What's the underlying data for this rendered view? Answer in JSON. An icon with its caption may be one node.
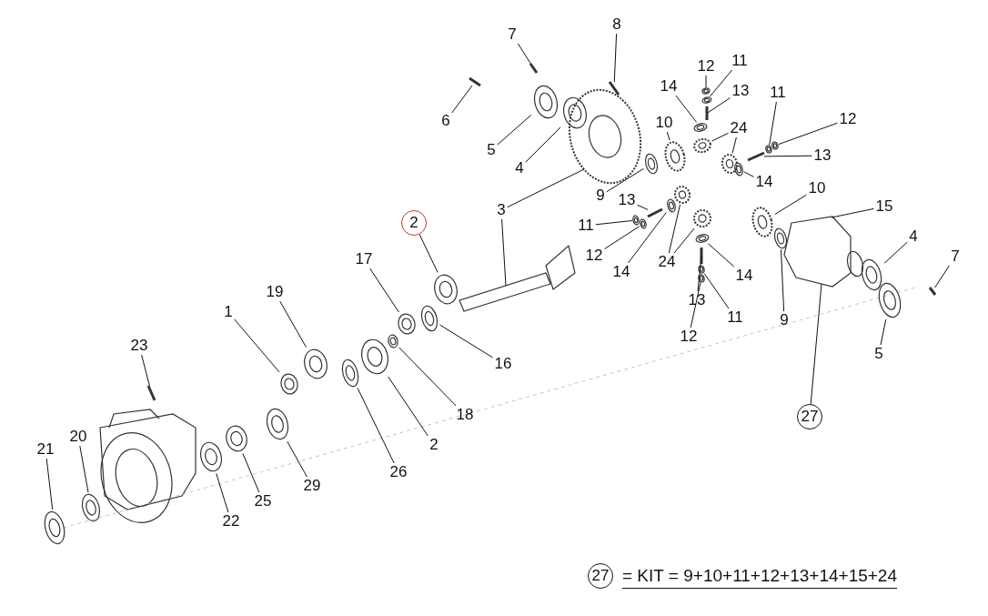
{
  "diagram": {
    "nodes": [
      {
        "text": [
          "7"
        ]
      },
      {
        "text": [
          "8"
        ]
      },
      {
        "text": [
          "12"
        ]
      },
      {
        "text": [
          "11"
        ]
      },
      {
        "text": [
          "14"
        ]
      },
      {
        "text": [
          "13"
        ]
      },
      {
        "text": [
          "11"
        ]
      },
      {
        "text": [
          "12"
        ]
      },
      {
        "text": [
          "6"
        ]
      },
      {
        "text": [
          "10"
        ]
      },
      {
        "text": [
          "24"
        ]
      },
      {
        "text": [
          "5"
        ]
      },
      {
        "text": [
          "13"
        ]
      },
      {
        "text": [
          "4"
        ]
      },
      {
        "text": [
          "14"
        ]
      },
      {
        "text": [
          "10"
        ]
      },
      {
        "text": [
          "9"
        ]
      },
      {
        "text": [
          "13"
        ]
      },
      {
        "text": [
          "15"
        ]
      },
      {
        "text": [
          "3"
        ]
      },
      {
        "text": [
          "2"
        ]
      },
      {
        "text": [
          "11"
        ]
      },
      {
        "text": [
          "4"
        ]
      },
      {
        "text": [
          "12"
        ]
      },
      {
        "text": [
          "7"
        ]
      },
      {
        "text": [
          "17"
        ]
      },
      {
        "text": [
          "24"
        ]
      },
      {
        "text": [
          "14"
        ]
      },
      {
        "text": [
          "14"
        ]
      },
      {
        "text": [
          "19"
        ]
      },
      {
        "text": [
          "13"
        ]
      },
      {
        "text": [
          "1"
        ]
      },
      {
        "text": [
          "11"
        ]
      },
      {
        "text": [
          "9"
        ]
      },
      {
        "text": [
          "12"
        ]
      },
      {
        "text": [
          "23"
        ]
      },
      {
        "text": [
          "5"
        ]
      },
      {
        "text": [
          "16"
        ]
      },
      {
        "text": [
          "27"
        ]
      },
      {
        "text": [
          "18"
        ]
      },
      {
        "text": [
          "20"
        ]
      },
      {
        "text": [
          "2"
        ]
      },
      {
        "text": [
          "21"
        ]
      },
      {
        "text": [
          "26"
        ]
      },
      {
        "text": [
          "29"
        ]
      },
      {
        "text": [
          "25"
        ]
      },
      {
        "text": [
          "22"
        ]
      },
      {
        "text": [
          "27"
        ]
      },
      {
        "text": [],
        "shape": "circle"
      },
      {
        "text": [],
        "shape": "circle"
      },
      {
        "text": [],
        "shape": "bar"
      },
      {
        "text": [],
        "shape": "circle"
      },
      {
        "text": [],
        "shape": "circle"
      },
      {
        "text": [],
        "shape": "circle"
      },
      {
        "text": [],
        "shape": "circle"
      },
      {
        "text": [],
        "shape": "circle"
      },
      {
        "text": [],
        "shape": "circle"
      },
      {
        "text": [],
        "shape": "circle"
      },
      {
        "text": [],
        "shape": "circle"
      },
      {
        "text": [],
        "shape": "circle"
      },
      {
        "text": [],
        "shape": "circle"
      },
      {
        "text": [],
        "shape": "circle"
      },
      {
        "text": [],
        "shape": "bar"
      },
      {
        "text": [],
        "shape": "picture"
      },
      {
        "text": [],
        "shape": "bar"
      },
      {
        "text": [],
        "shape": "circle"
      },
      {
        "text": [],
        "shape": "circle"
      },
      {
        "text": [],
        "shape": "picture"
      },
      {
        "text": [],
        "shape": "bar"
      },
      {
        "text": [],
        "shape": "circle"
      },
      {
        "text": [],
        "shape": "circle"
      },
      {
        "text": [],
        "shape": "circle"
      },
      {
        "text": [],
        "shape": "bar"
      },
      {
        "text": [],
        "shape": "circle"
      },
      {
        "text": [],
        "shape": "picture"
      },
      {
        "text": [],
        "shape": "picture"
      },
      {
        "text": [],
        "shape": "circle"
      },
      {
        "text": [],
        "shape": "picture"
      },
      {
        "text": [],
        "shape": "bar"
      },
      {
        "text": [],
        "shape": "circle"
      },
      {
        "text": [],
        "shape": "picture"
      },
      {
        "text": [],
        "shape": "circle"
      },
      {
        "text": [],
        "shape": "circle"
      },
      {
        "text": [],
        "shape": "circle"
      },
      {
        "text": [],
        "shape": "circle"
      },
      {
        "text": [],
        "shape": "bar"
      },
      {
        "text": [],
        "shape": "picture"
      },
      {
        "text": [],
        "shape": "circle"
      },
      {
        "text": [],
        "shape": "bar"
      },
      {
        "text": [],
        "shape": "picture"
      },
      {
        "text": [],
        "shape": "circle"
      },
      {
        "text": [],
        "shape": "circle"
      },
      {
        "text": [],
        "shape": "circle"
      },
      {
        "text": [],
        "shape": "picture"
      },
      {
        "text": [],
        "shape": "circle"
      },
      {
        "text": [],
        "shape": "circle"
      },
      {
        "text": [],
        "shape": "bar"
      }
    ],
    "edges": [
      {
        "from": 0,
        "to": 64,
        "arrow": "none"
      },
      {
        "from": 1,
        "to": 68,
        "arrow": "none"
      },
      {
        "from": 2,
        "to": 82,
        "arrow": "none"
      },
      {
        "from": 3,
        "to": 84,
        "arrow": "none"
      },
      {
        "from": 4,
        "to": 76,
        "arrow": "none"
      },
      {
        "from": 5,
        "to": 85,
        "arrow": "none"
      },
      {
        "from": 6,
        "to": 90,
        "arrow": "none"
      },
      {
        "from": 7,
        "to": 92,
        "arrow": "none"
      },
      {
        "from": 8,
        "to": 62,
        "arrow": "none"
      },
      {
        "from": 9,
        "to": 74,
        "arrow": "none"
      },
      {
        "from": 10,
        "to": 80,
        "arrow": "none"
      },
      {
        "from": 10,
        "to": 86,
        "arrow": "none"
      },
      {
        "from": 11,
        "to": 65,
        "arrow": "none"
      },
      {
        "from": 12,
        "to": 88,
        "arrow": "none"
      },
      {
        "from": 13,
        "to": 66,
        "arrow": "none"
      },
      {
        "from": 14,
        "to": 87,
        "arrow": "none"
      },
      {
        "from": 15,
        "to": 89,
        "arrow": "none"
      },
      {
        "from": 16,
        "to": 71,
        "arrow": "none"
      },
      {
        "from": 17,
        "to": 72,
        "arrow": "none"
      },
      {
        "from": 18,
        "to": 93,
        "arrow": "none"
      },
      {
        "from": 19,
        "to": 67,
        "arrow": "none"
      },
      {
        "from": 19,
        "to": 63,
        "arrow": "none"
      },
      {
        "from": 20,
        "to": 61,
        "arrow": "none"
      },
      {
        "from": 21,
        "to": 69,
        "arrow": "none"
      },
      {
        "from": 22,
        "to": 94,
        "arrow": "none"
      },
      {
        "from": 23,
        "to": 70,
        "arrow": "none"
      },
      {
        "from": 24,
        "to": 96,
        "arrow": "none"
      },
      {
        "from": 25,
        "to": 59,
        "arrow": "none"
      },
      {
        "from": 26,
        "to": 75,
        "arrow": "none"
      },
      {
        "from": 26,
        "to": 77,
        "arrow": "none"
      },
      {
        "from": 27,
        "to": 73,
        "arrow": "none"
      },
      {
        "from": 28,
        "to": 81,
        "arrow": "none"
      },
      {
        "from": 29,
        "to": 55,
        "arrow": "none"
      },
      {
        "from": 30,
        "to": 78,
        "arrow": "none"
      },
      {
        "from": 31,
        "to": 54,
        "arrow": "none"
      },
      {
        "from": 32,
        "to": 83,
        "arrow": "none"
      },
      {
        "from": 33,
        "to": 91,
        "arrow": "none"
      },
      {
        "from": 34,
        "to": 79,
        "arrow": "none"
      },
      {
        "from": 35,
        "to": 50,
        "arrow": "none"
      },
      {
        "from": 36,
        "to": 95,
        "arrow": "none"
      },
      {
        "from": 37,
        "to": 60,
        "arrow": "none"
      },
      {
        "from": 38,
        "to": 93,
        "arrow": "none"
      },
      {
        "from": 39,
        "to": 58,
        "arrow": "none"
      },
      {
        "from": 40,
        "to": 49,
        "arrow": "none"
      },
      {
        "from": 41,
        "to": 57,
        "arrow": "none"
      },
      {
        "from": 42,
        "to": 48,
        "arrow": "none"
      },
      {
        "from": 43,
        "to": 56,
        "arrow": "none"
      },
      {
        "from": 44,
        "to": 53,
        "arrow": "none"
      },
      {
        "from": 45,
        "to": 52,
        "arrow": "none"
      },
      {
        "from": 46,
        "to": 51,
        "arrow": "none"
      }
    ],
    "labels": [
      "= KIT = 9+10+11+12+13+14+15+24"
    ]
  }
}
